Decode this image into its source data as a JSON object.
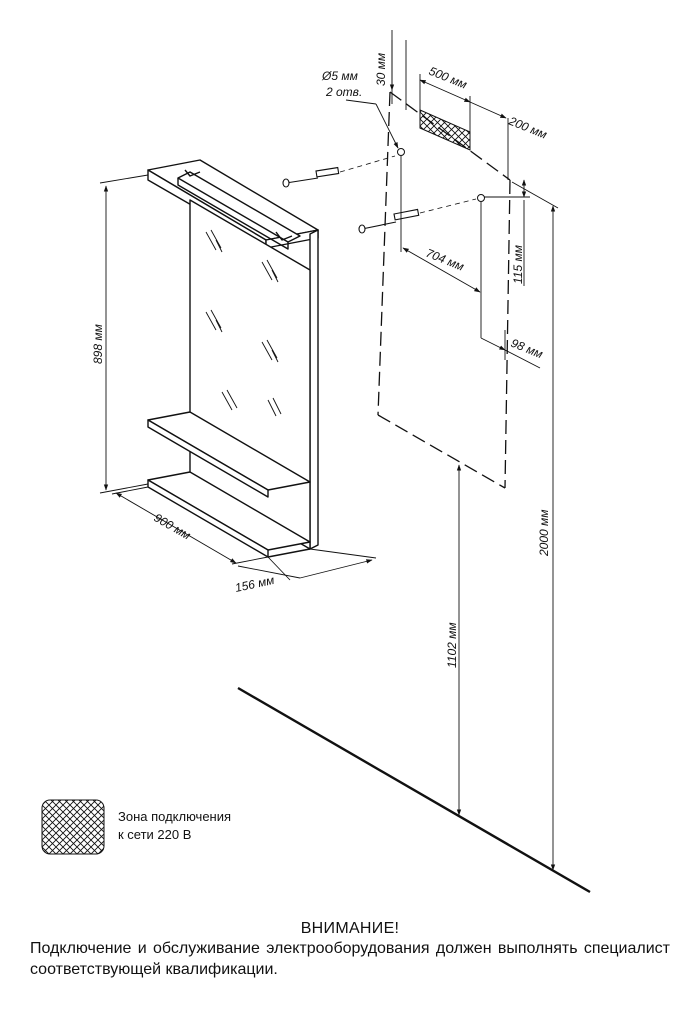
{
  "dimensions": {
    "d30": "30 мм",
    "d500": "500 мм",
    "d200": "200 мм",
    "hole_dia": "Ø5 мм",
    "hole_count": "2 отв.",
    "d115": "115 мм",
    "d704": "704 мм",
    "d98": "98 мм",
    "d898": "898 мм",
    "d900": "900 мм",
    "d156": "156 мм",
    "d1102": "1102 мм",
    "d2000": "2000 мм"
  },
  "legend": {
    "line1": "Зона подключения",
    "line2": "к сети 220 В"
  },
  "warning": {
    "title": "ВНИМАНИЕ!",
    "body": "Подключение и обслуживание электрооборудования должен выполнять специалист соответствующей квалификации."
  }
}
